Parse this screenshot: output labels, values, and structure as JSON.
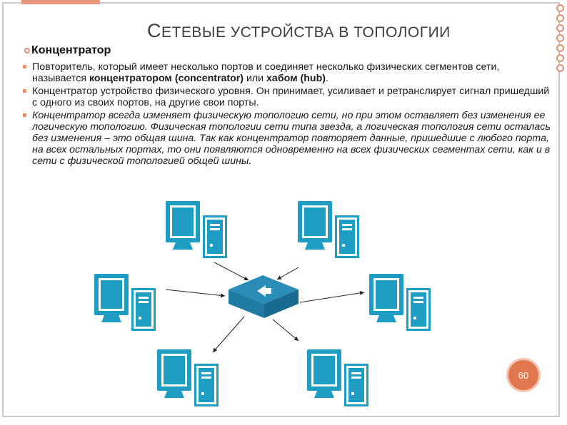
{
  "slide": {
    "title_cap": "С",
    "title_rest": "ЕТЕВЫЕ УСТРОЙСТВА В ТОПОЛОГИИ",
    "heading": "Концентратор",
    "bullets": [
      {
        "before": "Повторитель, который имеет несколько портов и соединяет несколько физических сегментов сети, называется ",
        "bold1": "концентратором (concentrator)",
        "mid": " или ",
        "bold2": "хабом (hub)",
        "after": "."
      },
      {
        "text": "Концентратор устройство физического уровня. Он принимает, усиливает и ретранслирует сигнал пришедший с одного из своих портов, на другие свои порты."
      },
      {
        "text": "Концентратор всегда изменяет физическую топологию сети, но при этом оставляет без изменения ее логическую топологию. Физическая топологии сети типа звезда, а логическая топология сети осталась без изменения – это общая шина. Так как концентратор повторяет данные, пришедшие с любого порта, на всех остальных портах, то они появляются одновременно на всех физических сегментах сети, как и в сети с физической топологией общей шины."
      }
    ],
    "page_number": "60",
    "colors": {
      "accent": "#e38f76",
      "device_blue": "#1d9cc4",
      "hub_blue": "#2a8db8"
    }
  },
  "diagram": {
    "hub": "hub-icon",
    "computers": [
      "computer-top-left",
      "computer-top-right",
      "computer-mid-left",
      "computer-mid-right",
      "computer-bottom-left",
      "computer-bottom-right"
    ]
  }
}
